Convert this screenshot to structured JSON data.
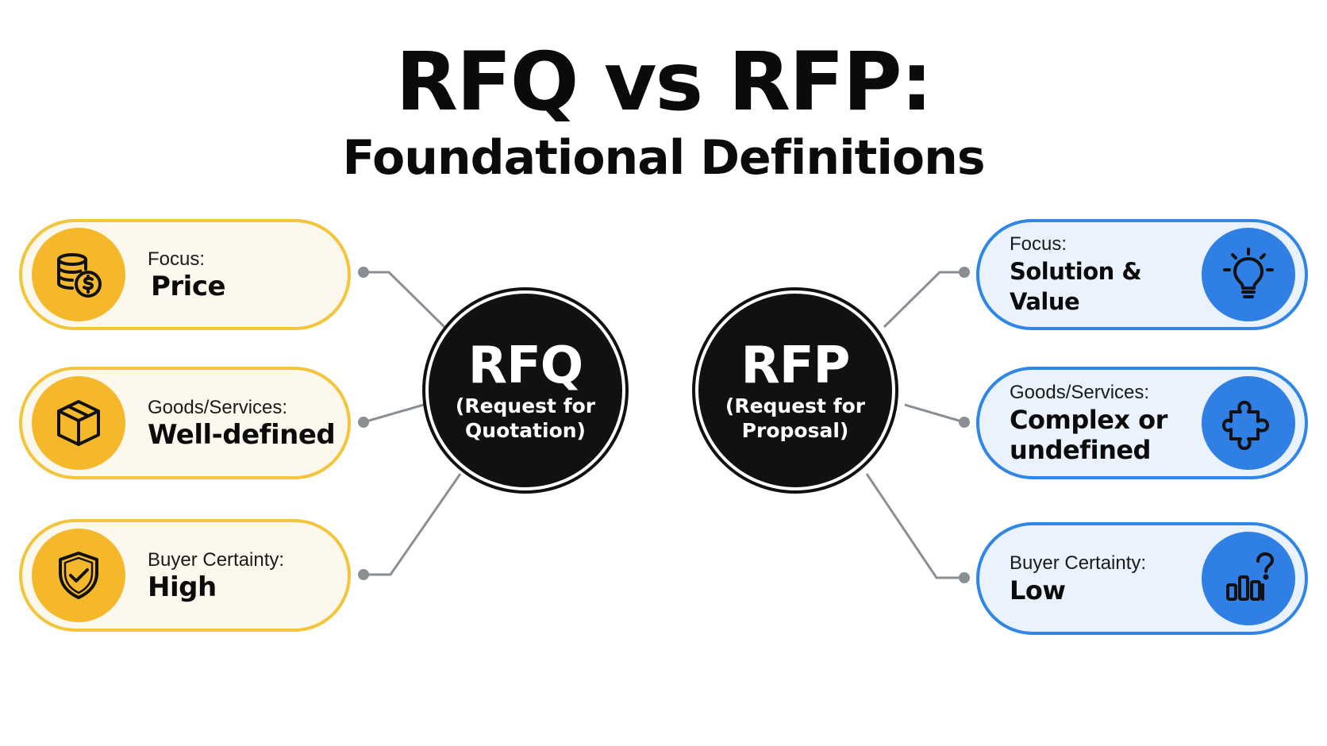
{
  "title": {
    "main": "RFQ vs RFP:",
    "sub": "Foundational Definitions"
  },
  "hubs": {
    "rfq": {
      "acronym": "RFQ",
      "full_line1": "(Request for",
      "full_line2": "Quotation)"
    },
    "rfp": {
      "acronym": "RFP",
      "full_line1": "(Request for",
      "full_line2": "Proposal)"
    }
  },
  "rfq_cards": [
    {
      "label": "Focus:",
      "value": "Price",
      "icon": "coins-dollar-icon"
    },
    {
      "label": "Goods/Services:",
      "value": "Well-defined",
      "icon": "box-icon"
    },
    {
      "label": "Buyer Certainty:",
      "value": "High",
      "icon": "shield-check-icon"
    }
  ],
  "rfp_cards": [
    {
      "label": "Focus:",
      "value": "Solution & Value",
      "icon": "lightbulb-icon"
    },
    {
      "label": "Goods/Services:",
      "value_line1": "Complex or",
      "value_line2": "undefined",
      "icon": "puzzle-icon"
    },
    {
      "label": "Buyer Certainty:",
      "value": "Low",
      "icon": "bar-chart-question-icon"
    }
  ],
  "colors": {
    "rfq_accent": "#f5b82a",
    "rfq_border": "#f4c43a",
    "rfq_fill": "#fdf8ed",
    "rfp_accent": "#2f7fe5",
    "rfp_border": "#2f86e6",
    "rfp_fill": "#eaf2fd",
    "hub": "#111111",
    "connector": "#8a8f96"
  }
}
